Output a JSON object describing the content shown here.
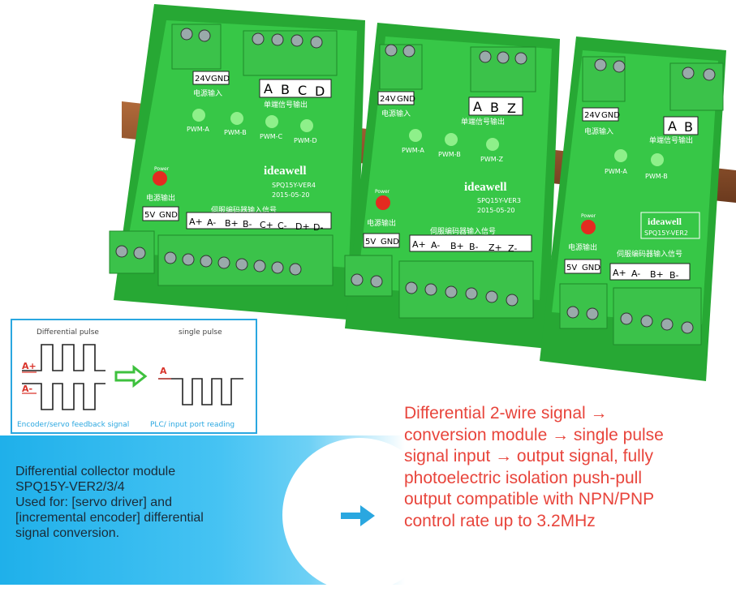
{
  "photo": {
    "modules": [
      {
        "brand": "ideawell",
        "model": "SPQ15Y-VER4",
        "date": "2015-05-20",
        "power_in_label": "电源输入",
        "power_in_pins": [
          "24V",
          "GND"
        ],
        "output_label": "单端信号输出",
        "output_pins": [
          "A",
          "B",
          "C",
          "D"
        ],
        "leds": [
          "PWM-A",
          "PWM-B",
          "PWM-C",
          "PWM-D"
        ],
        "power_led": "Power",
        "power_out_label": "电源输出",
        "power_out_pins": [
          "5V",
          "GND"
        ],
        "input_label": "伺服编码器输入信号",
        "input_pins": [
          "A+",
          "A-",
          "B+",
          "B-",
          "C+",
          "C-",
          "D+",
          "D-"
        ]
      },
      {
        "brand": "ideawell",
        "model": "SPQ15Y-VER3",
        "date": "2015-05-20",
        "power_in_label": "电源输入",
        "power_in_pins": [
          "24V",
          "GND"
        ],
        "output_label": "单端信号输出",
        "output_pins": [
          "A",
          "B",
          "Z"
        ],
        "leds": [
          "PWM-A",
          "PWM-B",
          "PWM-Z"
        ],
        "power_led": "Power",
        "power_out_label": "电源输出",
        "power_out_pins": [
          "5V",
          "GND"
        ],
        "input_label": "伺服编码器输入信号",
        "input_pins": [
          "A+",
          "A-",
          "B+",
          "B-",
          "Z+",
          "Z-"
        ]
      },
      {
        "brand": "ideawell",
        "model": "SPQ15Y-VER2",
        "power_in_label": "电源输入",
        "power_in_pins": [
          "24V",
          "GND"
        ],
        "output_label": "单端信号输出",
        "output_pins": [
          "A",
          "B"
        ],
        "leds": [
          "PWM-A",
          "PWM-B"
        ],
        "power_led": "Power",
        "power_out_label": "电源输出",
        "power_out_pins": [
          "5V",
          "GND"
        ],
        "input_label": "伺服编码器输入信号",
        "input_pins": [
          "A+",
          "A-",
          "B+",
          "B-"
        ]
      }
    ]
  },
  "diagram": {
    "left_title": "Differential pulse",
    "right_title": "single pulse",
    "label_a_plus": "A+",
    "label_a_minus": "A-",
    "label_a": "A",
    "left_footer": "Encoder/servo feedback signal",
    "right_footer": "PLC/ input port reading"
  },
  "description": {
    "text": "Differential collector module\nSPQ15Y-VER2/3/4\nUsed for: [servo driver] and\n[incremental encoder] differential\nsignal conversion."
  },
  "feature": {
    "text": "Differential 2-wire signal → conversion module → single pulse signal input → output signal, fully photoelectric isolation push-pull output compatible with NPN/PNP control rate up to 3.2MHz"
  },
  "colors": {
    "pcb": "#2fbf3f",
    "terminal": "#3bc24a",
    "accent_blue": "#2aa7e0",
    "feature_red": "#e8453c",
    "signal_red": "#d9342b",
    "arrow_green": "#3ec13e"
  }
}
